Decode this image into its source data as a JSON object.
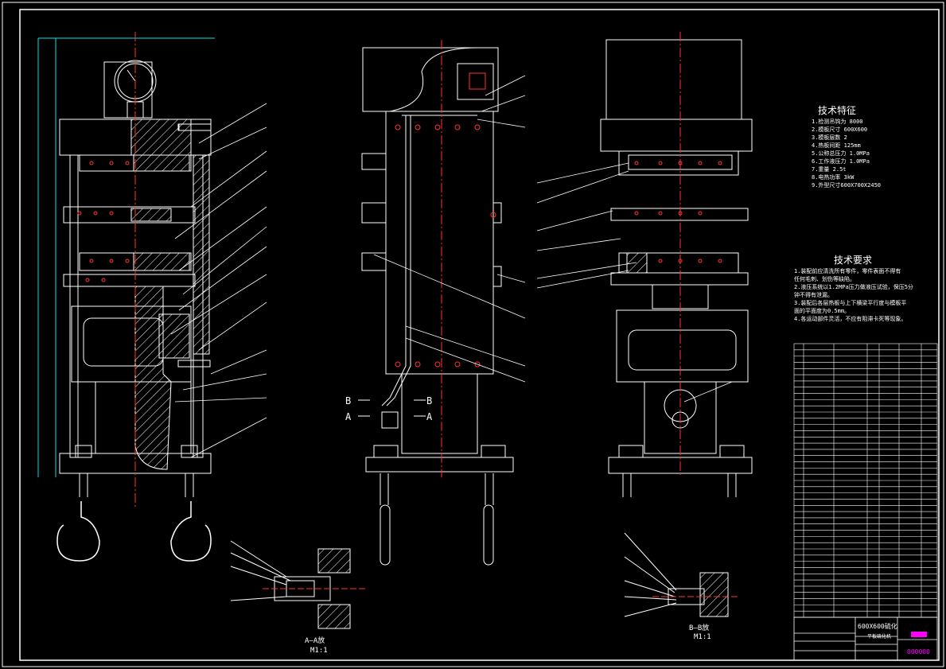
{
  "drawing": {
    "tech_features": {
      "title": "技术特征",
      "lines": [
        "1.检测吊钩为 8000",
        "2.模板尺寸 600X600",
        "3.模板层数 2",
        "4.热板间距 125mm",
        "5.公称总压力 1.0MPa",
        "6.工作液压力 1.0MPa",
        "7.重量 2.5t",
        "8.电热功率 3kW",
        "9.外型尺寸600X700X2450"
      ]
    },
    "tech_requirements": {
      "title": "技术要求",
      "lines": [
        "1.装配前应清洗所有零件，零件表面不得有",
        "任何毛刺、划伤等缺陷。",
        "2.液压系统以1.2MPa压力做液压试验，保压5分",
        "钟不得有泄漏。",
        "3.装配后各层热板与上下横梁平行度与模板平",
        "面的平面度为0.5mm。",
        "4.各运动部件灵活，不应有阻滞卡死等现象。"
      ]
    },
    "section_labels": {
      "b_left": "B",
      "b_right": "B",
      "a_left": "A",
      "a_right": "A"
    },
    "views": {
      "aa_caption": "A—A放",
      "aa_scale": "M1:1",
      "bb_caption": "B—B放",
      "bb_scale": "M1:1"
    },
    "title_block": {
      "name": "600X600硫化",
      "subtitle": "平板硫化机",
      "drawing_no": "000000"
    },
    "colors": {
      "background": "#000000",
      "line": "#ffffff",
      "center": "#ff3333",
      "dim": "#00e5e5",
      "accent": "#ff00ff",
      "yellow": "#e0e000"
    }
  }
}
